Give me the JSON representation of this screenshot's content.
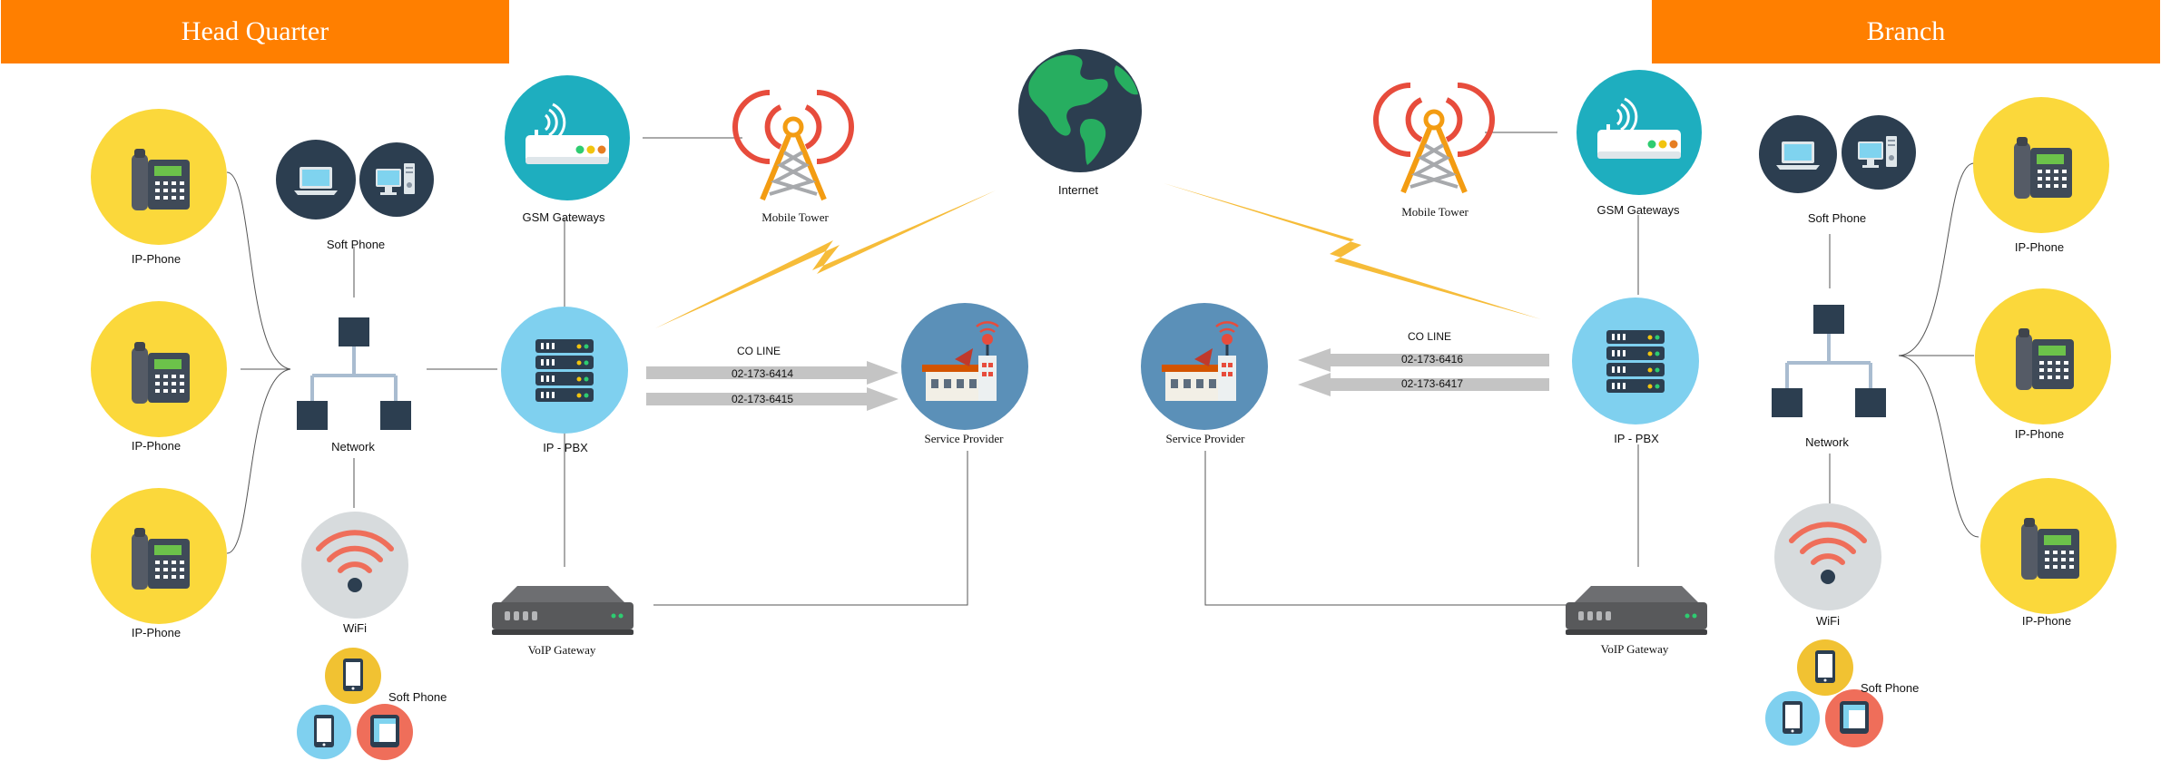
{
  "headquarter": {
    "title": "Head Quarter",
    "ip_phone_labels": [
      "IP-Phone",
      "IP-Phone",
      "IP-Phone"
    ],
    "soft_phone_pc_label": "Soft Phone",
    "network_label": "Network",
    "wifi_label": "WiFi",
    "soft_phone_mobile_label": "Soft Phone",
    "gsm_label": "GSM Gateways",
    "mobile_tower_label": "Mobile Tower",
    "pbx_label": "IP - PBX",
    "voip_label": "VoIP Gateway",
    "service_provider_label": "Service Provider",
    "co_line_label": "CO LINE",
    "co_numbers": [
      "02-173-6414",
      "02-173-6415"
    ]
  },
  "internet": {
    "label": "Internet"
  },
  "branch": {
    "title": "Branch",
    "ip_phone_labels": [
      "IP-Phone",
      "IP-Phone",
      "IP-Phone"
    ],
    "soft_phone_pc_label": "Soft Phone",
    "network_label": "Network",
    "wifi_label": "WiFi",
    "soft_phone_mobile_label": "Soft Phone",
    "gsm_label": "GSM Gateways",
    "mobile_tower_label": "Mobile Tower",
    "pbx_label": "IP - PBX",
    "voip_label": "VoIP Gateway",
    "service_provider_label": "Service Provider",
    "co_line_label": "CO LINE",
    "co_numbers": [
      "02-173-6416",
      "02-173-6417"
    ]
  },
  "colors": {
    "banner": "#ff7f00",
    "phone_circle": "#fbd83b",
    "device_circle": "#1eaebf",
    "pbx_circle": "#7fd0ef",
    "provider_circle": "#5b90b8",
    "dark_navy": "#2c3e50",
    "wifi_gray": "#d7dbdd",
    "wifi_red": "#ef6e5a",
    "tower_orange": "#f39c12",
    "tower_red": "#e74c3c",
    "lightning": "#f5b82e",
    "arrow_gray": "#c4c4c4",
    "switch": "#2c3e50",
    "switch_lines": "#a9bcd0"
  },
  "icons": {
    "ip_phone": "desk-phone-icon",
    "pc": "laptop-icon",
    "desktop": "desktop-computer-icon",
    "switch": "network-switch-icon",
    "wifi": "wifi-icon",
    "mobile": "smartphone-icon",
    "tablet": "tablet-icon",
    "gsm": "router-icon",
    "tower": "radio-tower-icon",
    "pbx": "server-rack-icon",
    "voip": "voip-gateway-icon",
    "provider": "building-antenna-icon",
    "internet": "globe-icon"
  }
}
